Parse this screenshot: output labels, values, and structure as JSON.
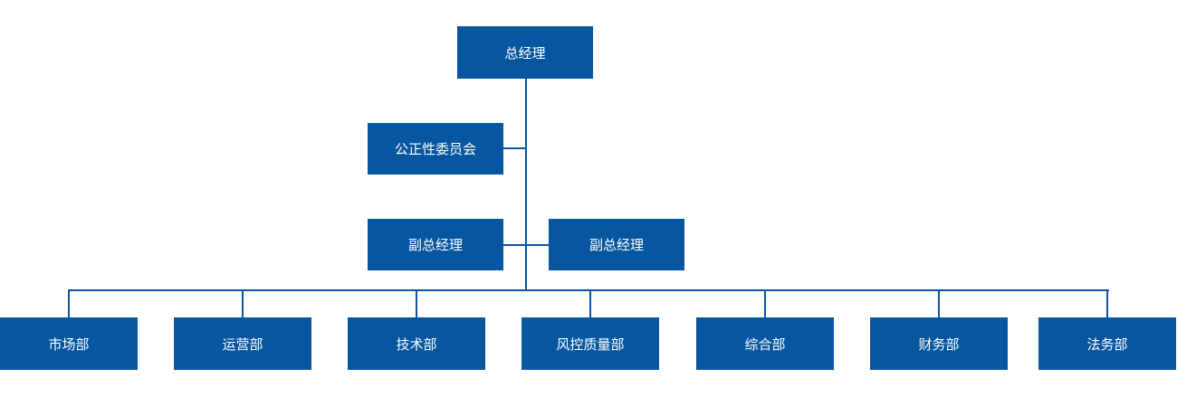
{
  "org_chart": {
    "top": "总经理",
    "committee": "公正性委员会",
    "deputies": [
      "副总经理",
      "副总经理"
    ],
    "departments": [
      "市场部",
      "运营部",
      "技术部",
      "风控质量部",
      "综合部",
      "财务部",
      "法务部"
    ]
  },
  "colors": {
    "box": "#0756a0",
    "line": "#0756a0",
    "text": "#ffffff"
  }
}
